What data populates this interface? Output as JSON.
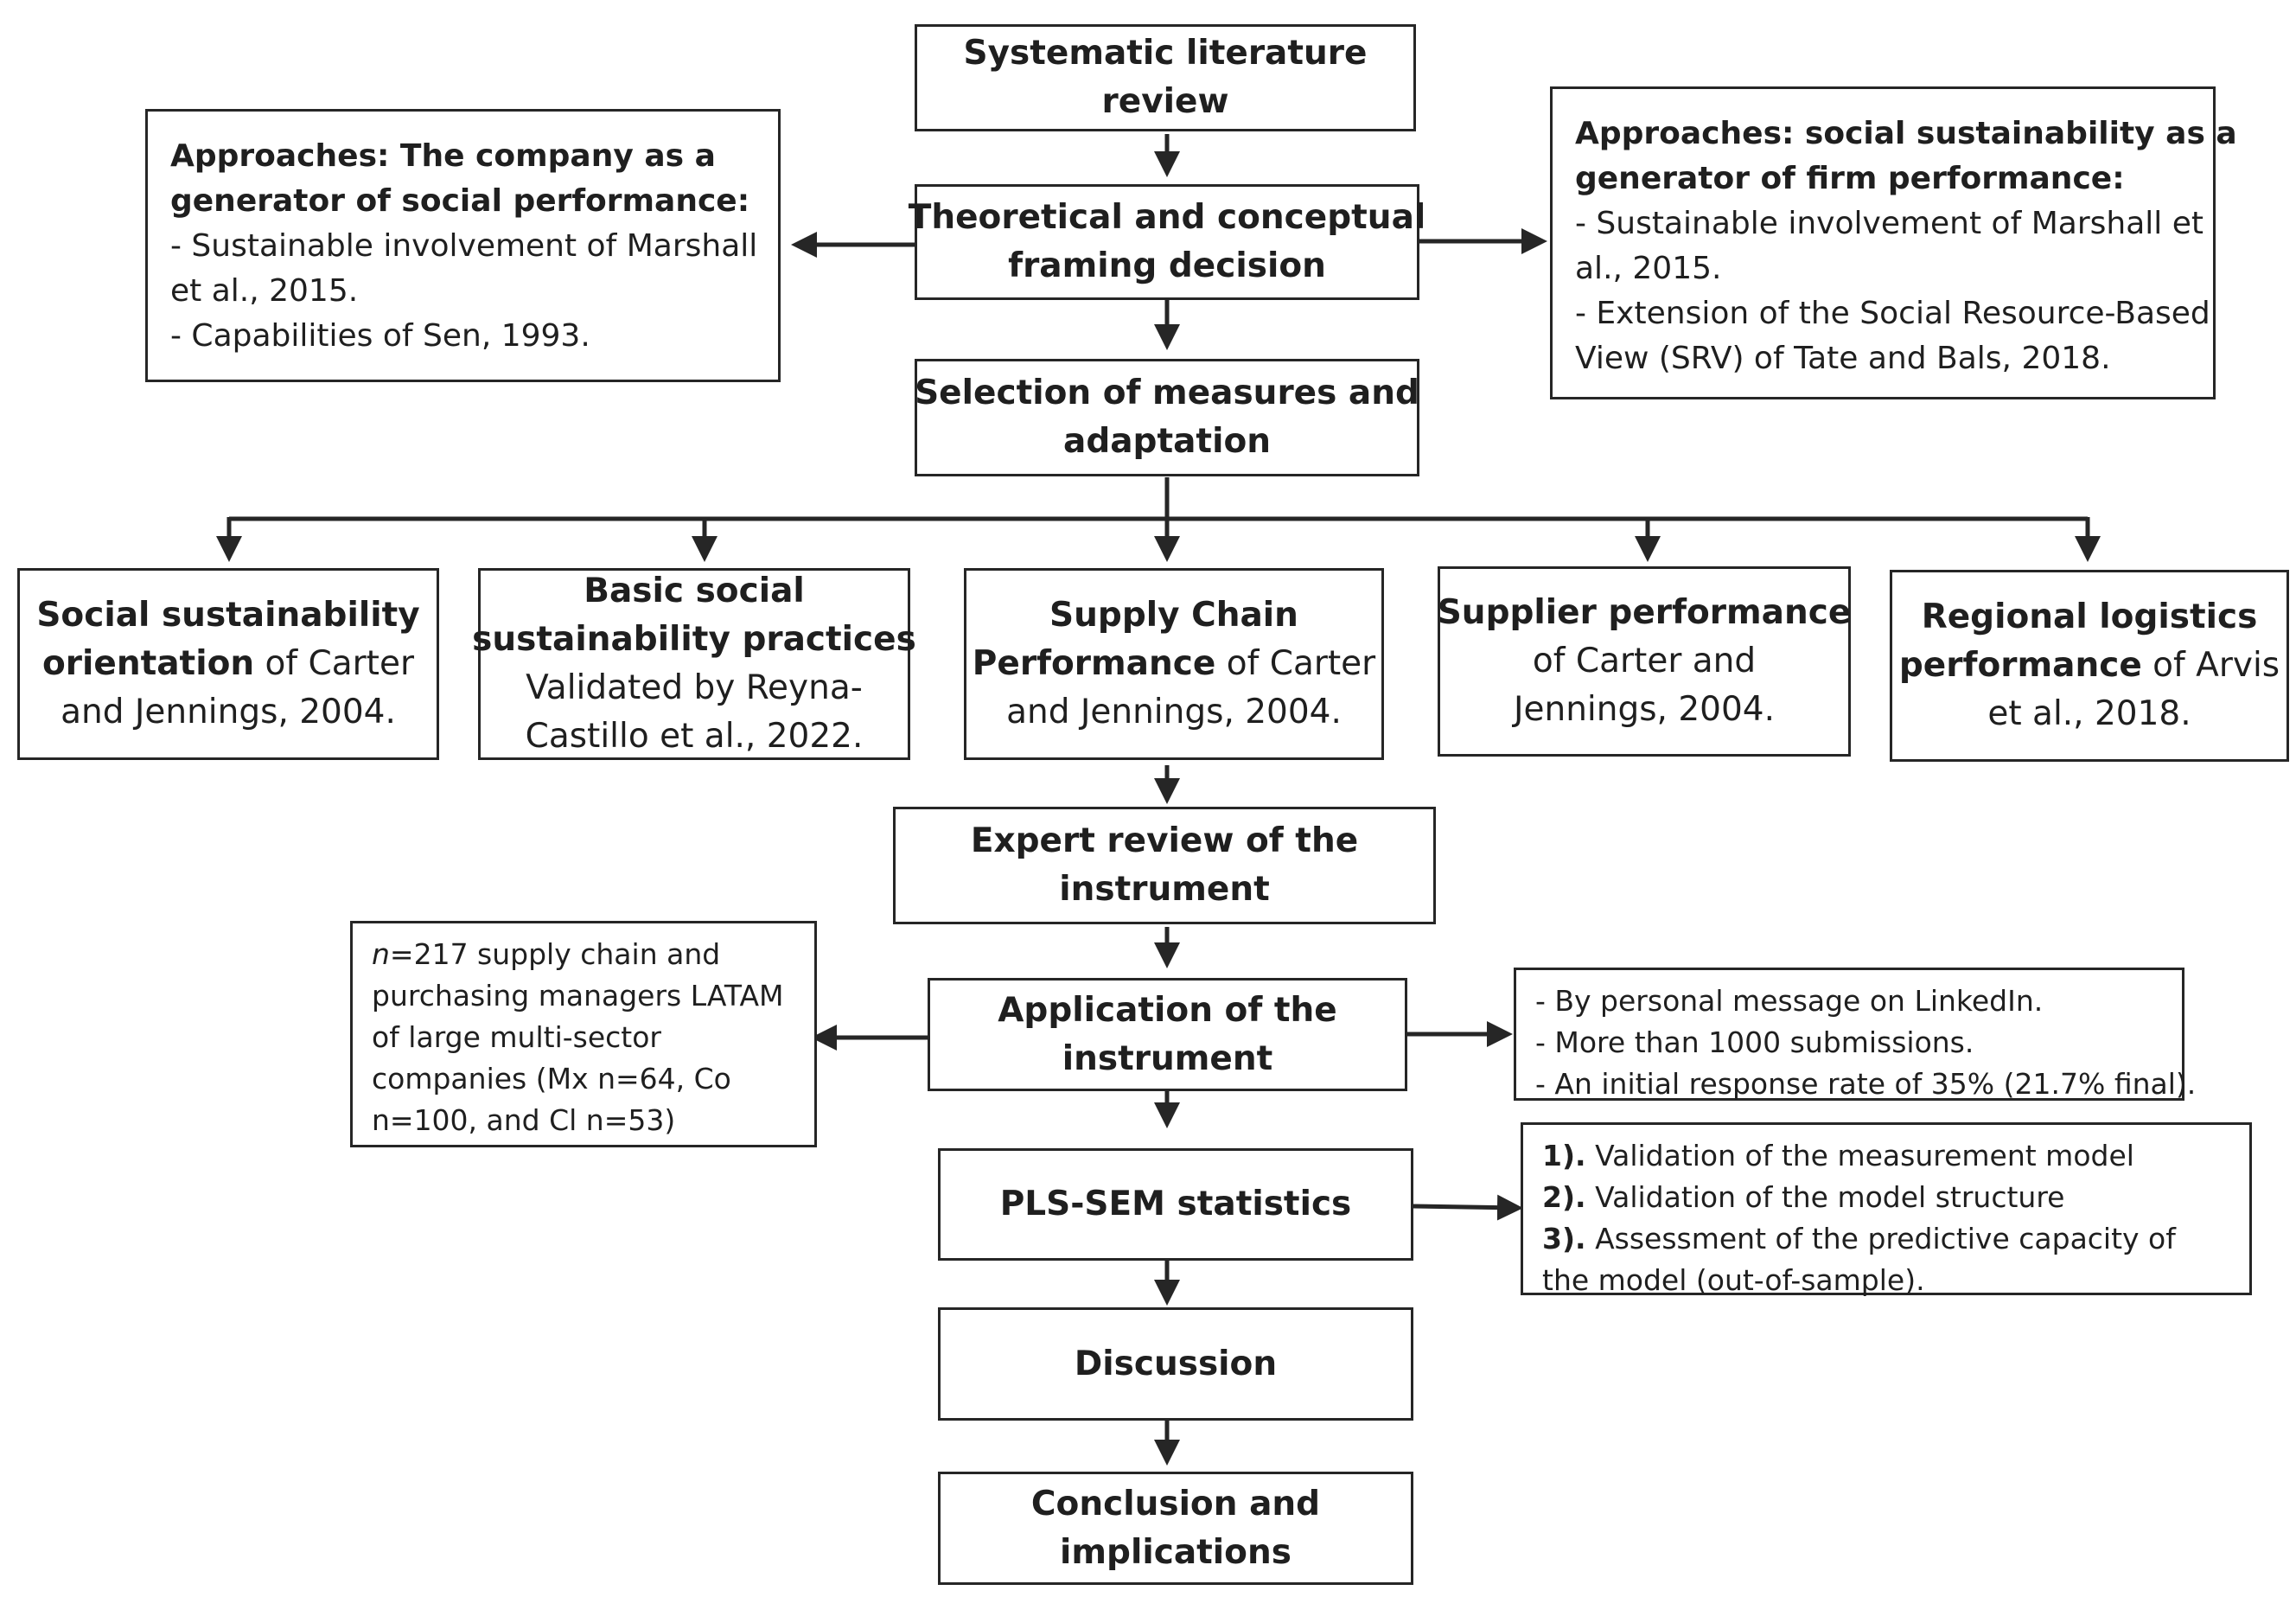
{
  "flow": {
    "literature_review": [
      "Systematic literature",
      "review"
    ],
    "framing_decision": [
      "Theoretical and conceptual",
      "framing decision"
    ],
    "selection_measures": [
      "Selection of measures and",
      "adaptation"
    ],
    "expert_review": [
      "Expert review of the",
      "instrument"
    ],
    "application": [
      "Application of the",
      "instrument"
    ],
    "pls_sem": [
      "PLS-SEM statistics"
    ],
    "discussion": [
      "Discussion"
    ],
    "conclusion": [
      "Conclusion and",
      "implications"
    ]
  },
  "approaches_left": {
    "heading": [
      "Approaches: The company as a",
      "generator of social performance:"
    ],
    "lines": [
      "- Sustainable involvement of Marshall",
      "et al., 2015.",
      "- Capabilities of Sen, 1993."
    ]
  },
  "approaches_right": {
    "heading": [
      "Approaches: social sustainability as a",
      "generator of firm performance:"
    ],
    "lines": [
      "- Sustainable involvement of Marshall et",
      "al., 2015.",
      "- Extension of the Social Resource-Based",
      "View (SRV) of Tate and Bals, 2018."
    ]
  },
  "measures": {
    "m1": {
      "l1": "Social sustainability",
      "l2_bold": "orientation",
      "l2_rest": " of Carter",
      "l3": "and Jennings, 2004."
    },
    "m2": {
      "l1": "Basic social",
      "l2": "sustainability practices",
      "l3": "Validated by Reyna-",
      "l4": "Castillo et al., 2022."
    },
    "m3": {
      "l1": "Supply Chain",
      "l2_bold": "Performance",
      "l2_rest": " of Carter",
      "l3": "and Jennings, 2004."
    },
    "m4": {
      "l1": "Supplier performance",
      "l2": "of Carter and",
      "l3": "Jennings, 2004."
    },
    "m5": {
      "l1": "Regional logistics",
      "l2_bold": "performance",
      "l2_rest": " of Arvis",
      "l3": "et al., 2018."
    }
  },
  "sample": {
    "n_label": "n",
    "line1_rest": "=217 supply chain and",
    "lines": [
      "purchasing managers LATAM",
      "of large multi-sector",
      "companies (Mx n=64, Co",
      "n=100, and Cl n=53)"
    ]
  },
  "distribution": {
    "lines": [
      "- By personal message on LinkedIn.",
      "- More than 1000 submissions.",
      "- An initial response rate of 35% (21.7% final)."
    ]
  },
  "validation": {
    "items": [
      {
        "num": "1).",
        "text": " Validation of the measurement model"
      },
      {
        "num": "2).",
        "text": " Validation of the model structure"
      },
      {
        "num": "3).",
        "text": " Assessment of the predictive capacity of"
      }
    ],
    "continuation": "the model (out-of-sample)."
  }
}
